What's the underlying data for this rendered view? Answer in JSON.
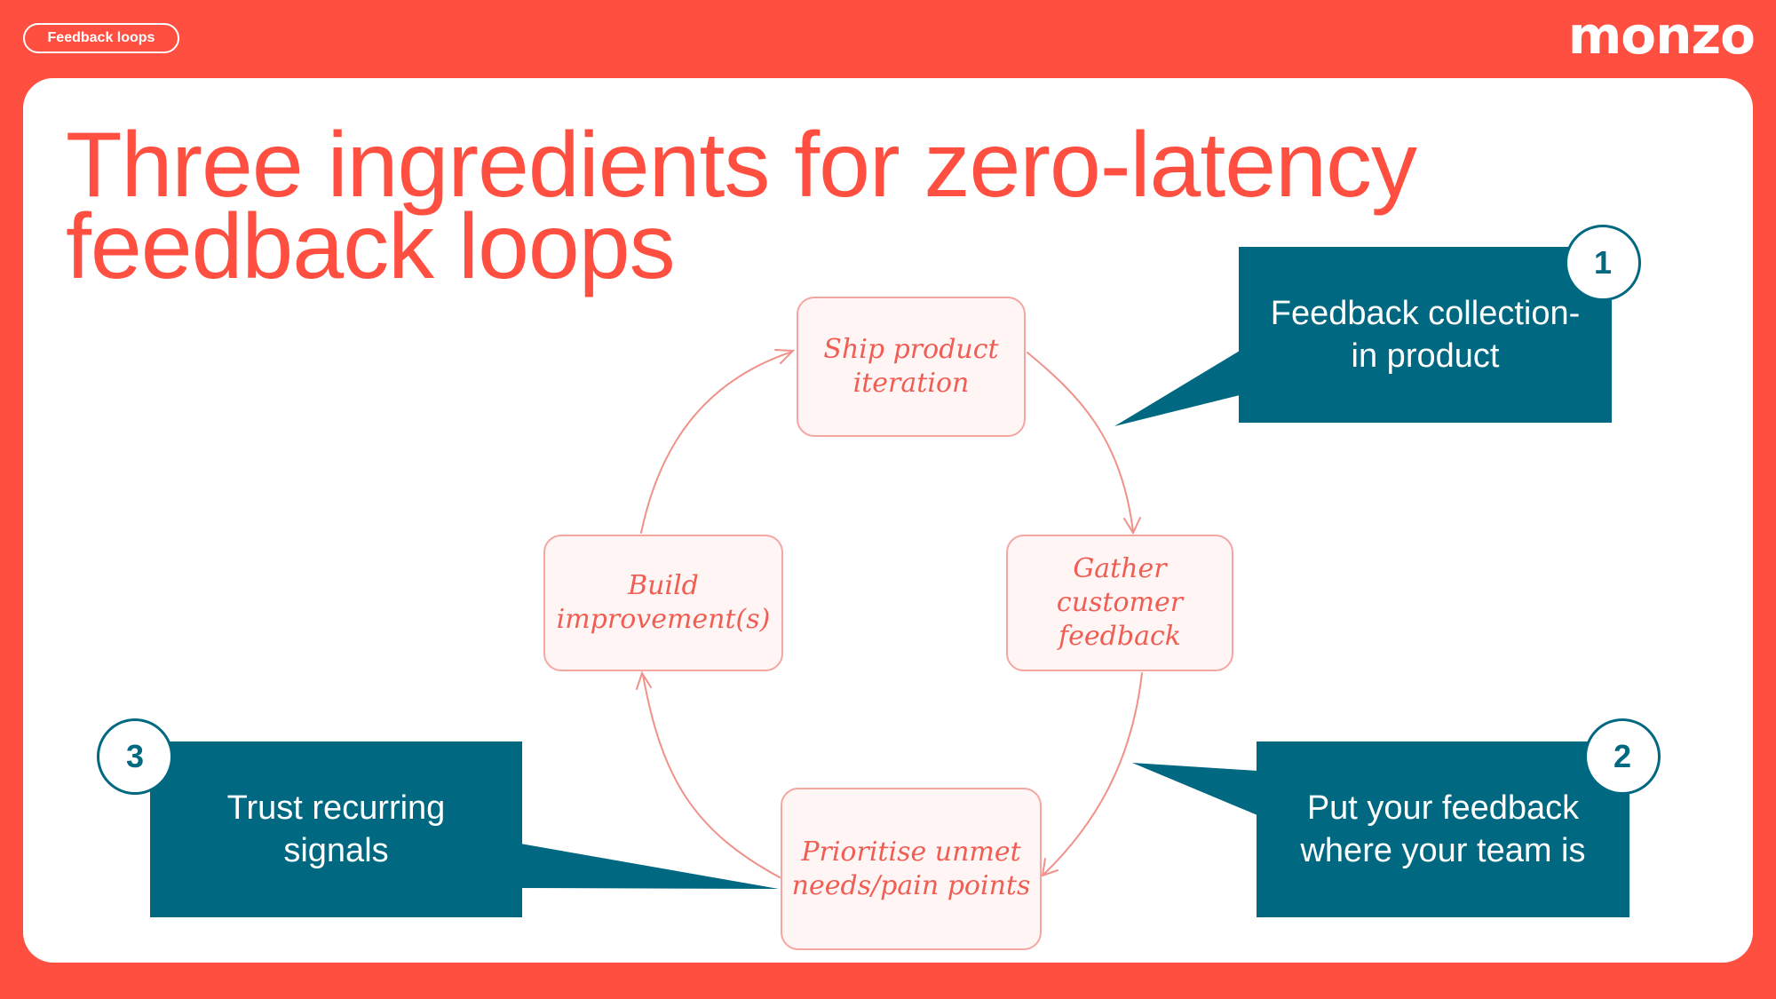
{
  "header": {
    "tag": "Feedback loops",
    "logo": "monzo"
  },
  "slide": {
    "title_line1": "Three ingredients for zero-latency",
    "title_line2": "feedback loops"
  },
  "diagram": {
    "nodes": {
      "ship": {
        "line1": "Ship product",
        "line2": "iteration"
      },
      "gather": {
        "line1": "Gather customer",
        "line2": "feedback"
      },
      "prioritise": {
        "line1": "Prioritise unmet",
        "line2": "needs/pain points"
      },
      "build": {
        "line1": "Build",
        "line2": "improvement(s)"
      }
    }
  },
  "callouts": {
    "c1": {
      "number": "1",
      "line1": "Feedback collection-",
      "line2": "in product"
    },
    "c2": {
      "number": "2",
      "line1": "Put your feedback",
      "line2": "where your team is"
    },
    "c3": {
      "number": "3",
      "line1": "Trust recurring",
      "line2": "signals"
    }
  },
  "colors": {
    "brand_red": "#ff4f40",
    "callout_teal": "#006880",
    "node_border": "#f4a7a1",
    "node_text": "#ef5d53"
  }
}
